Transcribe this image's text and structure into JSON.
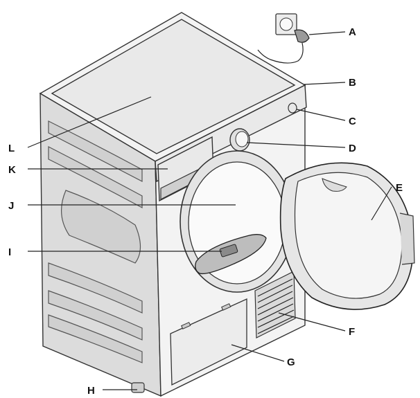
{
  "labels": {
    "A": "A",
    "B": "B",
    "C": "C",
    "D": "D",
    "E": "E",
    "F": "F",
    "G": "G",
    "H": "H",
    "I": "I",
    "J": "J",
    "K": "K",
    "L": "L"
  }
}
